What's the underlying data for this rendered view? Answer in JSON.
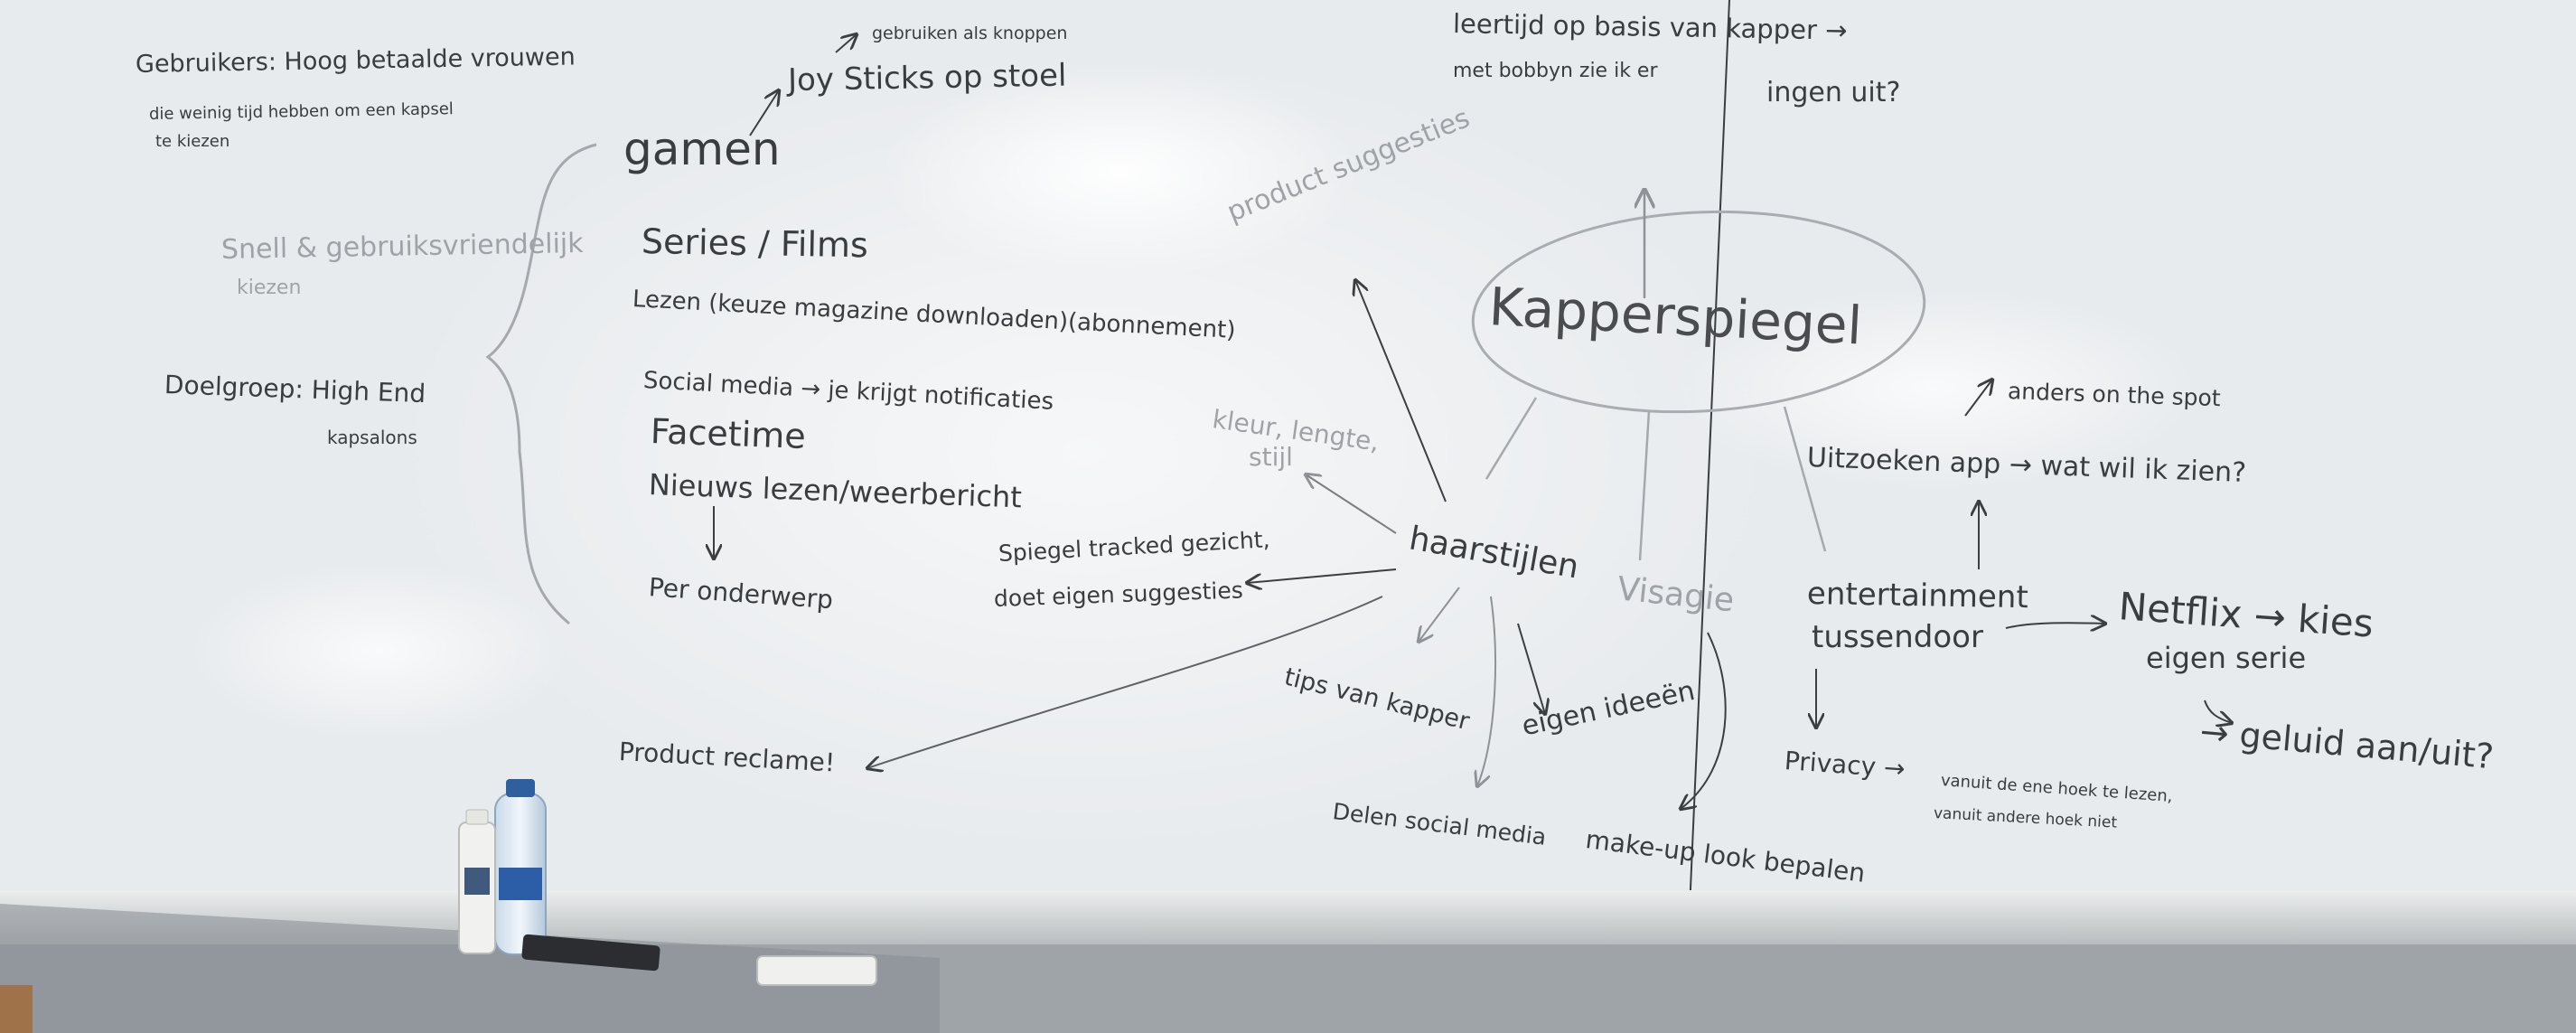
{
  "board": {
    "gebruikers": [
      "Gebruikers: Hoog betaalde vrouwen",
      "die weinig tijd hebben om een kapsel",
      "te kiezen"
    ],
    "snel": [
      "Snell & gebruiksvriendelijk",
      "kiezen"
    ],
    "doelgroep": [
      "Doelgroep: High End",
      "kapsalons"
    ],
    "gamen": "gamen",
    "gebruiken": "gebruiken als knoppen",
    "joysticks": "Joy Sticks op stoel",
    "series": "Series / Films",
    "lezen": "Lezen (keuze magazine downloaden)(abonnement)",
    "social": "Social media → je krijgt notificaties",
    "facetime": "Facetime",
    "nieuws": "Nieuws lezen/weerbericht",
    "peronderwerp": "Per onderwerp",
    "product_suggesties": "product suggesties",
    "wachttijd": [
      "leertijd op basis van kapper →",
      "met bobbyn zie ik er",
      "ingen uit?"
    ],
    "kapperspiegel": "Kapperspiegel",
    "kleur": [
      "kleur, lengte,",
      "stijl"
    ],
    "haarstijlen": "haarstijlen",
    "spiegel": [
      "Spiegel tracked gezicht,",
      "doet eigen suggesties"
    ],
    "tips": "tips van kapper",
    "eigen_ideeen": "eigen ideeën",
    "delen": "Delen social media",
    "visagie": "Visagie",
    "makeup": "make-up look bepalen",
    "product_reclame": "Product reclame!",
    "anders": "anders on the spot",
    "uitzoeken": "Uitzoeken app → wat wil ik zien?",
    "entertainment": [
      "entertainment",
      "tussendoor"
    ],
    "netflix": "Netflix → kies",
    "eigen_serie": "eigen serie",
    "geluid": "→ geluid aan/uit?",
    "privacy": "Privacy →",
    "privacy_note": [
      "vanuit de ene hoek te lezen,",
      "vanuit andere hoek niet"
    ]
  }
}
